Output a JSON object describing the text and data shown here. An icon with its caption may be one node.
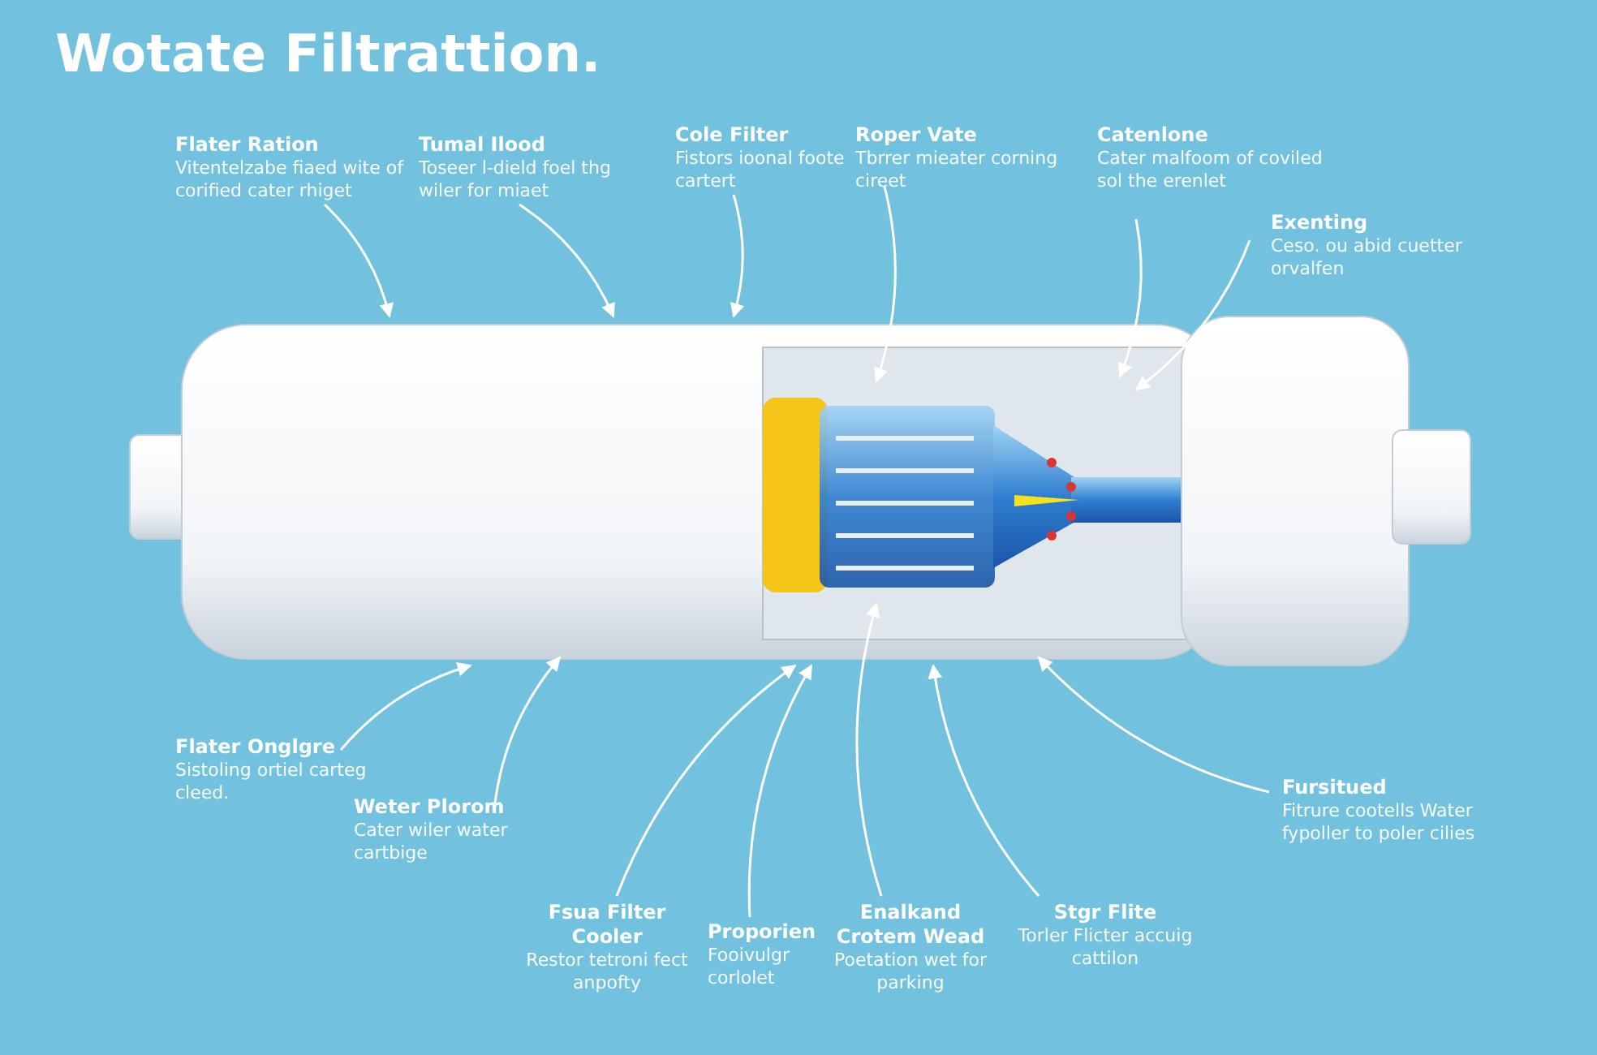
{
  "diagram": {
    "title": "Wotate Filtrattion.",
    "nodes": [
      {
        "text": [
          "Flater Ration",
          "Vitentelzabe fiaed wite of corified cater rhiget"
        ]
      },
      {
        "text": [
          "Tumal Ilood",
          "Toseer l-dield foel thg wiler for miaet"
        ]
      },
      {
        "text": [
          "Cole Filter",
          "Fistors ioonal foote cartert"
        ]
      },
      {
        "text": [
          "Roper Vate",
          "Tbrrer mieater corning cireet"
        ]
      },
      {
        "text": [
          "Catenlone",
          "Cater malfoom of coviled sol the erenlet"
        ]
      },
      {
        "text": [
          "Exenting",
          "Ceso. ou abid cuetter orvalfen"
        ]
      },
      {
        "text": [
          "Flater Onglgre",
          "Sistoling ortiel carteg cleed."
        ]
      },
      {
        "text": [
          "Weter Plorom",
          "Cater wiler water cartbige"
        ]
      },
      {
        "text": [
          "Fsua Filter Cooler",
          "Restor tetroni fect anpofty"
        ]
      },
      {
        "text": [
          "Proporien",
          "Fooivulgr corlolet"
        ]
      },
      {
        "text": [
          "Enalkand Crotem Wead",
          "Poetation wet for parking"
        ]
      },
      {
        "text": [
          "Stgr Flite",
          "Torler Flicter accuig cattilon"
        ]
      },
      {
        "text": [
          "Fursitued",
          "Fitrure cootells Water fypoller to poler cilies"
        ]
      }
    ],
    "edges": [
      {
        "from": 0,
        "to": null,
        "arrow": "to"
      },
      {
        "from": 1,
        "to": null,
        "arrow": "to"
      },
      {
        "from": 2,
        "to": null,
        "arrow": "to"
      },
      {
        "from": 3,
        "to": null,
        "arrow": "to"
      },
      {
        "from": 4,
        "to": null,
        "arrow": "to"
      },
      {
        "from": 5,
        "to": null,
        "arrow": "to"
      },
      {
        "from": 6,
        "to": null,
        "arrow": "to"
      },
      {
        "from": 7,
        "to": null,
        "arrow": "to"
      },
      {
        "from": 8,
        "to": null,
        "arrow": "to"
      },
      {
        "from": 9,
        "to": null,
        "arrow": "to"
      },
      {
        "from": 10,
        "to": null,
        "arrow": "to"
      },
      {
        "from": 11,
        "to": null,
        "arrow": "to"
      },
      {
        "from": 12,
        "to": null,
        "arrow": "to"
      }
    ]
  }
}
